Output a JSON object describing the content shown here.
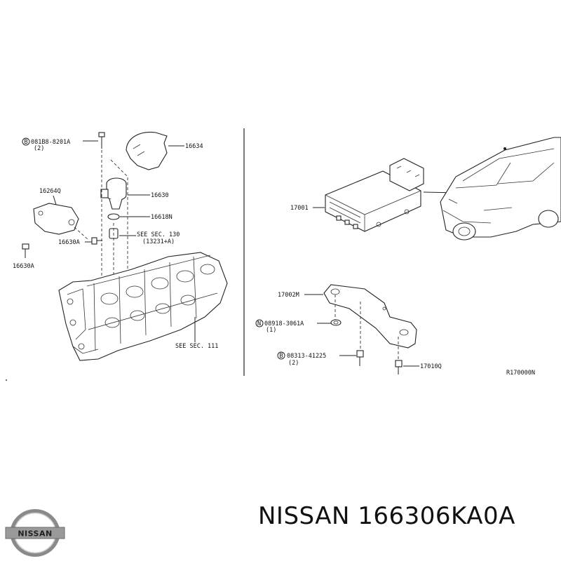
{
  "left_panel": {
    "labels": {
      "bolt_part": "081B8-8201A",
      "bolt_qty": "(2)",
      "cover": "16634",
      "bracket_left": "16264Q",
      "pump": "16630",
      "seal": "16618N",
      "see_sec_130": "SEE SEC. 130",
      "see_sec_130_ref": "(13231+A)",
      "bolt_16630a_upper": "16630A",
      "bolt_16630a_lower": "16630A",
      "see_sec_111": "SEE SEC. 111"
    }
  },
  "right_panel": {
    "labels": {
      "ecu": "17001",
      "bracket": "17002M",
      "nut_part": "08918-3061A",
      "nut_qty": "(1)",
      "bolt_part": "08313-41225",
      "bolt_qty": "(2)",
      "screw": "17010Q",
      "diagram_code": "R170000N"
    }
  },
  "markers": {
    "b": "B",
    "n": "N"
  },
  "footer": {
    "logo_text": "NISSAN",
    "caption": "NISSAN 166306KA0A"
  }
}
